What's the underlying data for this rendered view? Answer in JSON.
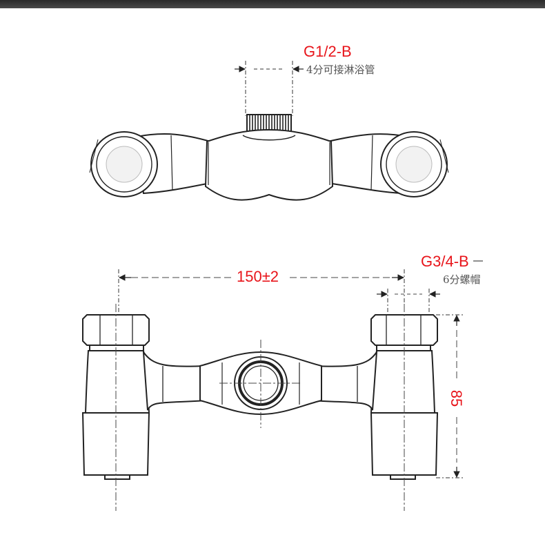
{
  "top_view": {
    "thread_spec": "G1/2-B",
    "thread_note": "4分可接淋浴管"
  },
  "front_view": {
    "width_dim": "150±2",
    "thread_spec": "G3/4-B",
    "thread_note": "6分螺帽",
    "height_dim": "85"
  }
}
